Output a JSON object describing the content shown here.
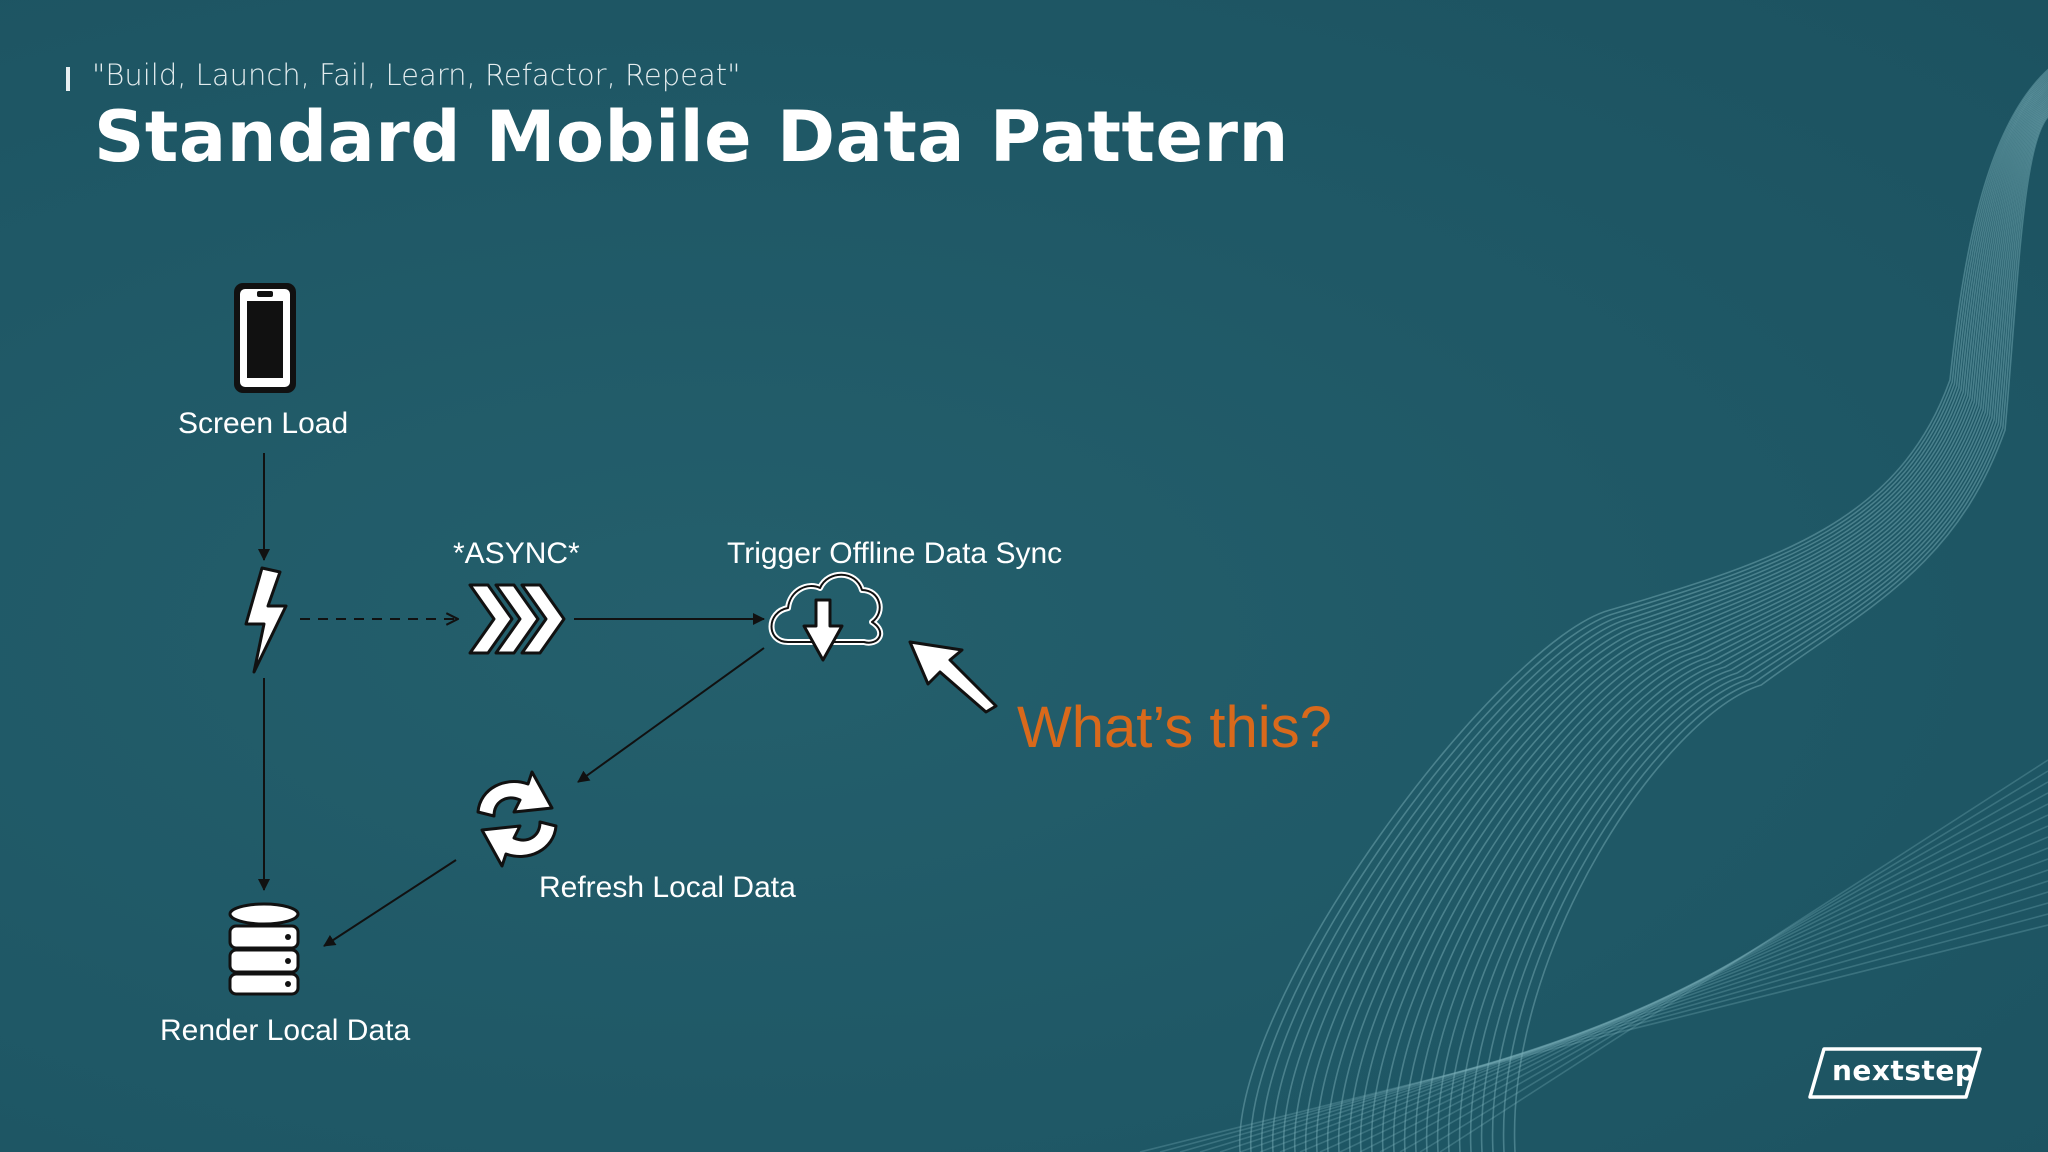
{
  "slide": {
    "quote": "\"Build, Launch, Fail, Learn, Refactor, Repeat\"",
    "title": "Standard Mobile Data Pattern"
  },
  "diagram": {
    "nodes": {
      "screen_load": {
        "label": "Screen Load",
        "icon": "smartphone-icon"
      },
      "event": {
        "label": "",
        "icon": "lightning-bolt-icon"
      },
      "async": {
        "label": "*ASYNC*",
        "icon": "fast-forward-chevrons-icon"
      },
      "sync": {
        "label": "Trigger Offline Data Sync",
        "icon": "cloud-download-icon"
      },
      "refresh": {
        "label": "Refresh Local Data",
        "icon": "refresh-icon"
      },
      "render": {
        "label": "Render Local Data",
        "icon": "database-icon"
      }
    },
    "edges": [
      {
        "from": "screen_load",
        "to": "event",
        "style": "solid"
      },
      {
        "from": "event",
        "to": "async",
        "style": "dashed"
      },
      {
        "from": "async",
        "to": "sync",
        "style": "solid"
      },
      {
        "from": "sync",
        "to": "refresh",
        "style": "solid"
      },
      {
        "from": "refresh",
        "to": "render",
        "style": "solid"
      },
      {
        "from": "event",
        "to": "render",
        "style": "solid"
      }
    ],
    "callout": {
      "text": "What’s this?",
      "color": "#d9691b",
      "icon": "pointer-arrow-icon"
    }
  },
  "brand": {
    "logo_text": "nextstep"
  },
  "colors": {
    "background": "#1f5a66",
    "accent": "#d9691b",
    "text": "#ffffff"
  }
}
